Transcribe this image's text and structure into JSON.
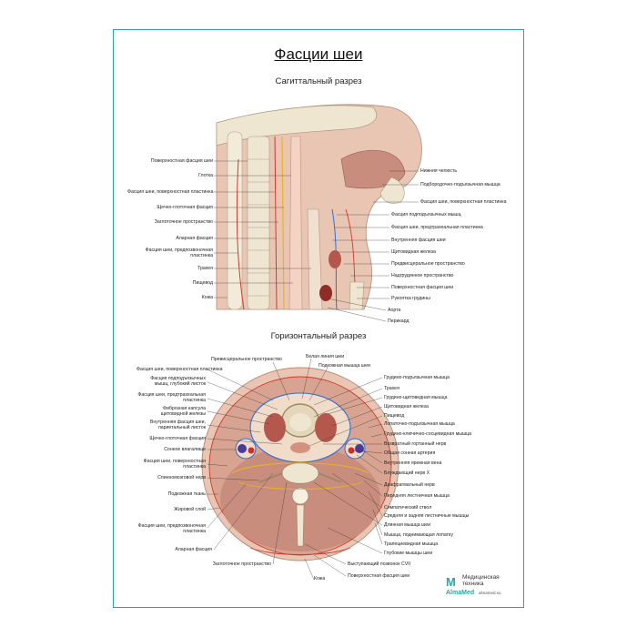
{
  "title": "Фасции шеи",
  "sagittal": {
    "subtitle": "Сагиттальный разрез",
    "left_labels": [
      "Поверхностная фасция шеи",
      "Глотка",
      "Фасция шеи, поверхностная пластинка",
      "Щечно-глоточная фасция",
      "Заглоточное пространство",
      "Аларная фасция",
      "Фасция шеи, предпозвоночная пластинка",
      "Трахея",
      "Пищевод",
      "Кожа"
    ],
    "right_labels": [
      "Нижняя челюсть",
      "Подбородочно-подъязычная мышца",
      "Фасция шеи, поверхностная пластинка",
      "Фасция подподъязычных мышц",
      "Фасция шеи, предтрахеальная пластинка",
      "Внутренняя фасция шеи",
      "Щитовидная железа",
      "Предвисцеральное пространство",
      "Надгрудинное пространство",
      "Поверхностная фасция шеи",
      "Рукоятка грудины",
      "Аорта",
      "Перикард"
    ]
  },
  "horizontal": {
    "subtitle": "Горизонтальный разрез",
    "top_labels": [
      "Превисцеральное пространство",
      "Белая линия шеи",
      "Подкожная мышца шеи"
    ],
    "left_labels": [
      "Фасция шеи, поверхностная пластинка",
      "Фасция подподъязычных мышц, глубокий листок",
      "Фасция шеи, предтрахеальная пластинка",
      "Фиброзная капсула щитовидной железы",
      "Внутренняя фасция шеи, париетальный листок",
      "Щечно-глоточная фасция",
      "Сонное влагалище",
      "Фасция шеи, поверхностная пластинка",
      "Спинномозговой нерв",
      "Подкожная ткань",
      "Жировой слой",
      "Фасция шеи, предпозвоночная пластинка",
      "Аларная фасция",
      "Заглоточное пространство"
    ],
    "right_labels": [
      "Грудино-подъязычная мышца",
      "Трахея",
      "Грудино-щитовидная мышца",
      "Щитовидная железа",
      "Пищевод",
      "Лопаточно-подъязычная мышца",
      "Грудино-ключично-сосцевидная мышца",
      "Возвратный гортанный нерв",
      "Общая сонная артерия",
      "Внутренняя яремная вена",
      "Блуждающий нерв X",
      "Диафрагмальный нерв",
      "Передняя лестничная мышца",
      "Симпатический ствол",
      "Средняя и задняя лестничные мышцы",
      "Длинная мышца шеи",
      "Мышца, поднимающая лопатку",
      "Трапециевидная мышца",
      "Глубокие мышцы шеи",
      "Выступающий позвонок CVII"
    ],
    "bottom_labels": [
      "Кожа",
      "Поверхностная фасция шеи"
    ]
  },
  "brand": {
    "mark": "M",
    "line1": "Медицинская",
    "line2": "техника",
    "name": "AlmaMed",
    "site": "almamed.su"
  },
  "colors": {
    "frame": "#2aa5a0",
    "skin": "#e9c6b4",
    "muscle": "#c98d7d",
    "bone": "#efe6d2",
    "fascia_red": "#d23a2e",
    "fascia_blue": "#2f6fd6",
    "fascia_yellow": "#e6b422"
  }
}
